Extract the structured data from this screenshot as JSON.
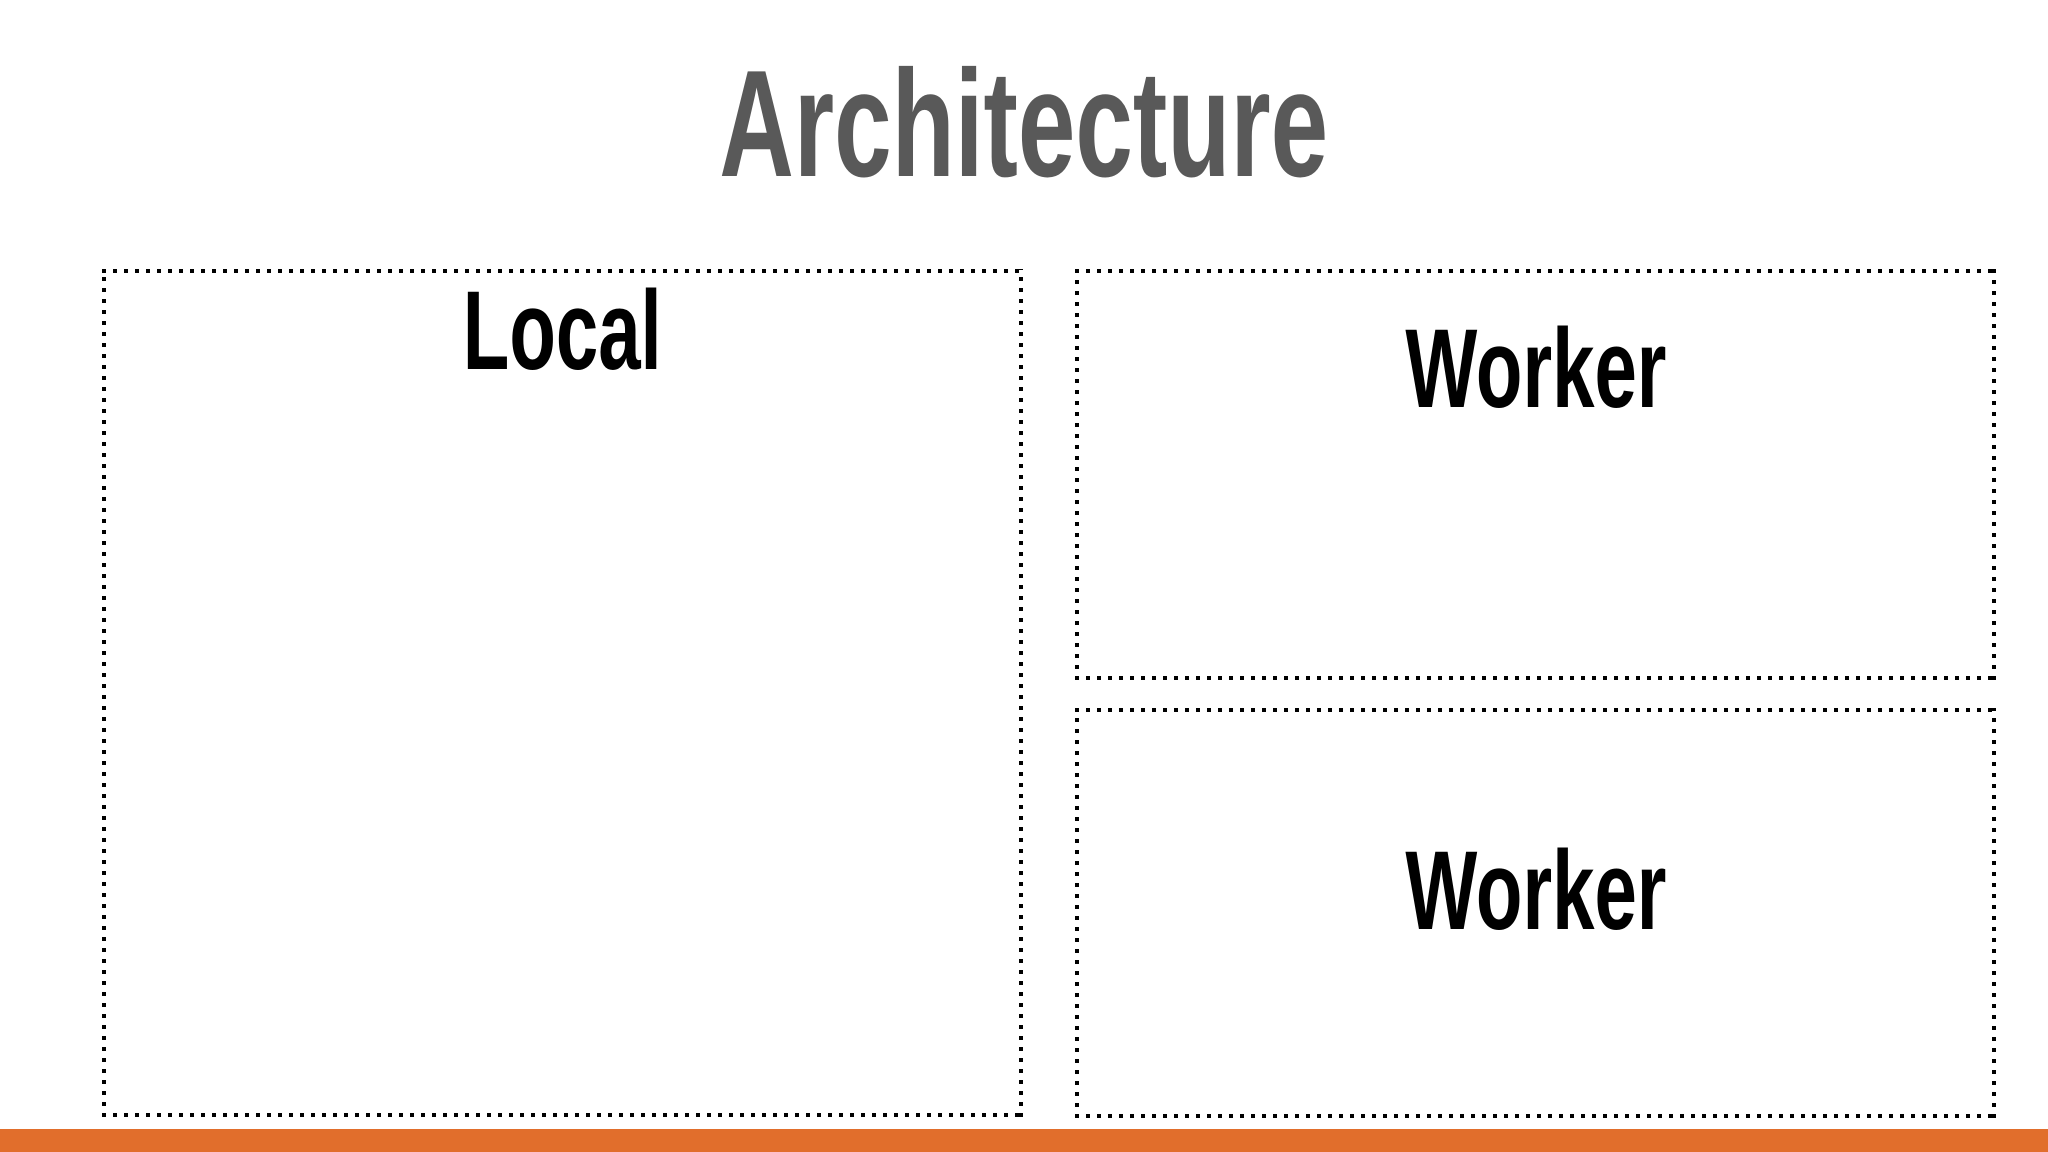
{
  "slide": {
    "title": "Architecture",
    "boxes": [
      {
        "id": "local",
        "label": "Local"
      },
      {
        "id": "worker-top",
        "label": "Worker"
      },
      {
        "id": "worker-bottom",
        "label": "Worker"
      }
    ]
  },
  "colors": {
    "bg": "#ffffff",
    "title-color": "#595959",
    "label-color": "#000000",
    "border-color": "#000000",
    "accent-color": "#e16e2c"
  }
}
